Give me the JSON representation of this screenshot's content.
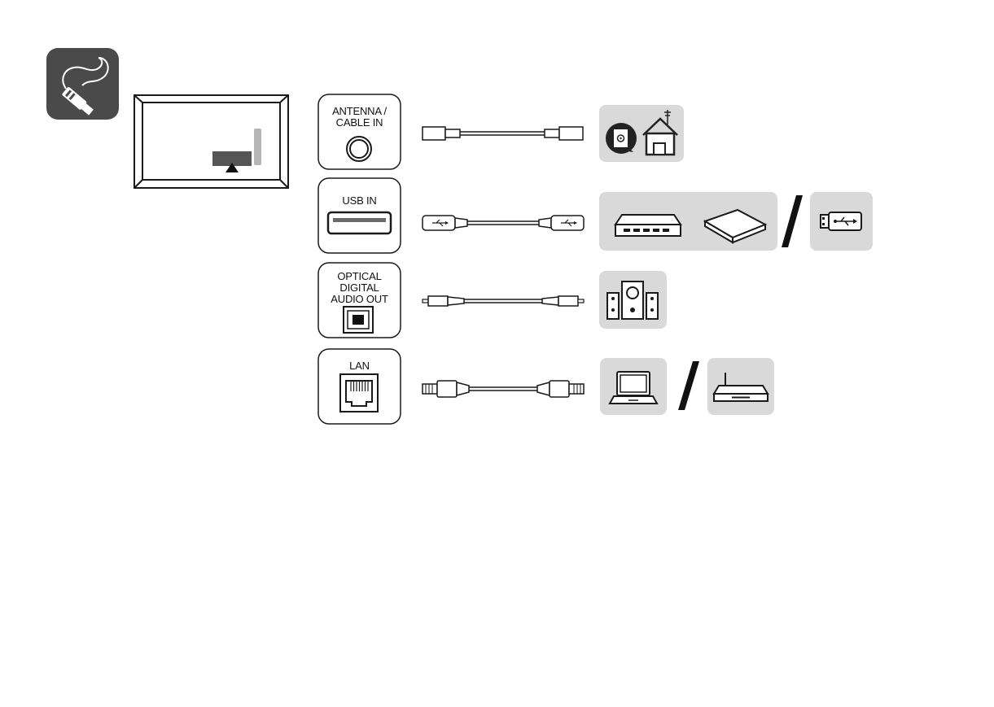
{
  "colors": {
    "icon_tile_bg": "#4a4a4a",
    "device_tile_bg": "#d9d9d9",
    "outline": "#1a1a1a",
    "port_highlight": "#555555",
    "slider_bar": "#b5b5b5"
  },
  "ports": [
    {
      "id": "antenna",
      "label_lines": [
        "ANTENNA /",
        "CABLE IN"
      ],
      "port_icon": "coax-port-icon",
      "cable_icon": "coaxial-cable-icon",
      "devices": [
        "antenna-wall-outlet-icon"
      ]
    },
    {
      "id": "usb",
      "label_lines": [
        "USB IN"
      ],
      "port_icon": "usb-port-icon",
      "cable_icon": "usb-cable-icon",
      "devices": [
        "external-hdd-icon",
        "portable-drive-icon",
        "usb-flash-drive-icon"
      ]
    },
    {
      "id": "optical",
      "label_lines": [
        "OPTICAL",
        "DIGITAL",
        "AUDIO OUT"
      ],
      "port_icon": "optical-port-icon",
      "cable_icon": "optical-cable-icon",
      "devices": [
        "speaker-system-icon"
      ]
    },
    {
      "id": "lan",
      "label_lines": [
        "LAN"
      ],
      "port_icon": "ethernet-port-icon",
      "cable_icon": "ethernet-cable-icon",
      "devices": [
        "laptop-icon",
        "router-icon"
      ]
    }
  ],
  "icons": {
    "connection": "cable-plug-icon",
    "tv": "tv-rear-panel-icon"
  }
}
